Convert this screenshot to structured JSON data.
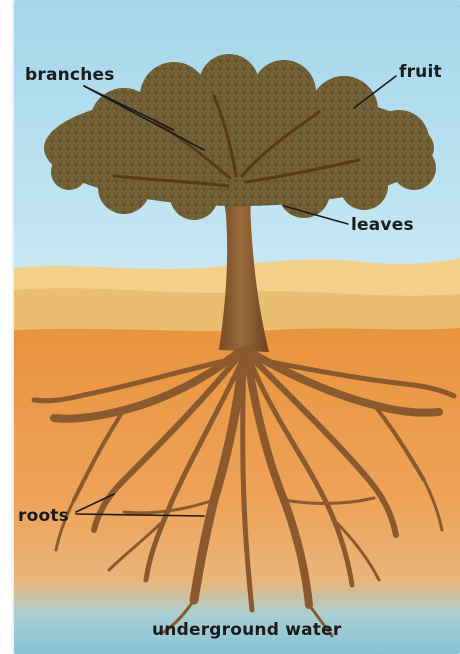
{
  "diagram": {
    "labels": {
      "branches": "branches",
      "fruit": "fruit",
      "leaves": "leaves",
      "roots": "roots",
      "underground_water": "underground water"
    },
    "colors": {
      "sky_top": "#a6d8ec",
      "sky_bottom": "#c3e5f1",
      "dunes": "#f0c87e",
      "soil": "#ec9d4a",
      "water": "#8fc9d8",
      "trunk": "#8a5a2e",
      "canopy": "#6b5a32",
      "label_text": "#1b1b1b"
    }
  }
}
